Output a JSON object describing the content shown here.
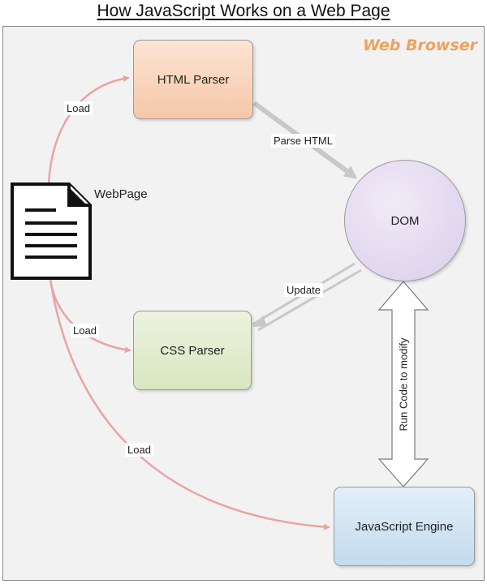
{
  "title": "How JavaScript Works on a Web Page",
  "container": {
    "label": "Web Browser",
    "label_color": "#f0a15c"
  },
  "nodes": {
    "webpage": "WebPage",
    "html_parser": "HTML Parser",
    "css_parser": "CSS Parser",
    "dom": "DOM",
    "js_engine": "JavaScript Engine"
  },
  "edges": {
    "load_html": "Load",
    "load_css": "Load",
    "load_js": "Load",
    "parse_html": "Parse HTML",
    "update": "Update",
    "run_code": "Run Code to modify"
  },
  "colors": {
    "load_arrow": "#e9a3a3",
    "flow_arrow": "#c8c8c8",
    "html_parser_fill": "#f8d2b8",
    "css_parser_fill": "#e2ebcf",
    "dom_fill": "#e3d9ef",
    "js_engine_fill": "#d2e4f3"
  },
  "icons": {
    "webpage": "document-icon"
  }
}
